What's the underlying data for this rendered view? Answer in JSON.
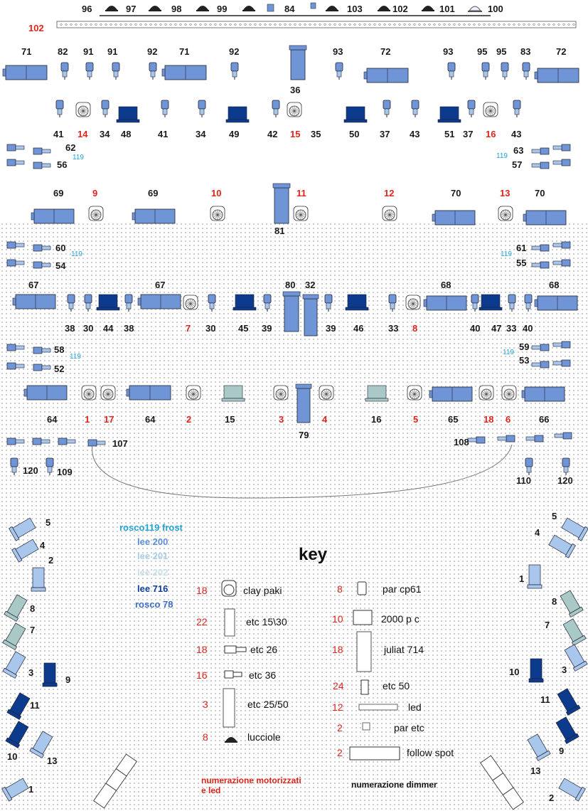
{
  "colors": {
    "red_label": "#e0241b",
    "rosco119": "#1fa3d8",
    "lee200": "#5b8fd9",
    "lee201": "#a8cfea",
    "lee202": "#c7dfe6",
    "lee716": "#0f3f9a",
    "rosco78": "#3b6fc8",
    "fixture_fill": "#6f95d6",
    "fixture_dark": "#0c3a8c",
    "fixture_light": "#a9c6ec",
    "fixture_pale": "#a8c9c6"
  },
  "icons": {
    "clay_paki": "moving-head-icon",
    "etc_15_30": "profile-spot-icon",
    "etc_26": "profile-spot-icon",
    "etc_36": "profile-spot-icon",
    "etc_25_50": "zoom-profile-icon",
    "lucciole": "firefly-lamp-icon",
    "par_cp61": "par-can-icon",
    "pc_2000": "pc-fresnel-icon",
    "juliat_714": "juliat-profile-icon",
    "etc_50": "profile-spot-icon",
    "led": "led-bar-icon",
    "par_etc": "par-etc-icon",
    "follow_spot": "follow-spot-icon"
  },
  "labels": {
    "top_row": [
      "96",
      "97",
      "98",
      "99",
      "84",
      "103",
      "102",
      "101",
      "100"
    ],
    "truss_102": "102",
    "row1": [
      "71",
      "82",
      "91",
      "91",
      "92",
      "71",
      "92",
      "93",
      "72",
      "93",
      "95",
      "95",
      "83",
      "72"
    ],
    "label_36": "36",
    "row2": [
      "41",
      "14",
      "34",
      "48",
      "41",
      "34",
      "49",
      "42",
      "15",
      "35",
      "50",
      "37",
      "43",
      "51",
      "37",
      "16",
      "43"
    ],
    "side_62": "62",
    "side_56": "56",
    "side_63": "63",
    "side_57": "57",
    "frost_119": "119",
    "row3": [
      "69",
      "9",
      "69",
      "10",
      "11",
      "12",
      "70",
      "13",
      "70"
    ],
    "label_81": "81",
    "side_60": "60",
    "side_54": "54",
    "side_61": "61",
    "side_55": "55",
    "row4_top": [
      "67",
      "80",
      "32",
      "67",
      "68",
      "68"
    ],
    "row4": [
      "38",
      "30",
      "44",
      "38",
      "7",
      "30",
      "45",
      "39",
      "39",
      "46",
      "33",
      "8",
      "40",
      "47",
      "33",
      "40"
    ],
    "side_58": "58",
    "side_52": "52",
    "side_59": "59",
    "side_53": "53",
    "row5": [
      "64",
      "1",
      "17",
      "64",
      "2",
      "15",
      "3",
      "4",
      "16",
      "5",
      "65",
      "18",
      "6",
      "66"
    ],
    "label_79": "79",
    "row6": [
      "107",
      "108",
      "120",
      "109",
      "110",
      "120"
    ],
    "left_stack": [
      "5",
      "4",
      "2",
      "8",
      "7",
      "3",
      "9",
      "11",
      "10",
      "13",
      "1"
    ],
    "right_stack": [
      "5",
      "4",
      "1",
      "8",
      "7",
      "3",
      "10",
      "11",
      "9",
      "13",
      "2"
    ]
  },
  "legend": {
    "rosco119": "rosco119  frost",
    "lee200": "lee 200",
    "lee201": "lee 201",
    "lee202": "lee 202",
    "lee716": "lee 716",
    "rosco78": "rosco 78"
  },
  "key": {
    "title": "key",
    "left": [
      {
        "count": "18",
        "name": "clay paki"
      },
      {
        "count": "22",
        "name": "etc 15\\30"
      },
      {
        "count": "18",
        "name": "etc 26"
      },
      {
        "count": "16",
        "name": "etc 36"
      },
      {
        "count": "3",
        "name": "etc 25/50"
      },
      {
        "count": "8",
        "name": "lucciole"
      }
    ],
    "right": [
      {
        "count": "8",
        "name": "par cp61"
      },
      {
        "count": "10",
        "name": "2000 p c"
      },
      {
        "count": "18",
        "name": "juliat 714"
      },
      {
        "count": "24",
        "name": "etc 50"
      },
      {
        "count": "12",
        "name": "led"
      },
      {
        "count": "2",
        "name": "par etc"
      },
      {
        "count": "2",
        "name": "follow spot"
      }
    ]
  },
  "footer": {
    "motorized": "numerazione motorizzati\ne led",
    "dimmer": "numerazione dimmer"
  }
}
